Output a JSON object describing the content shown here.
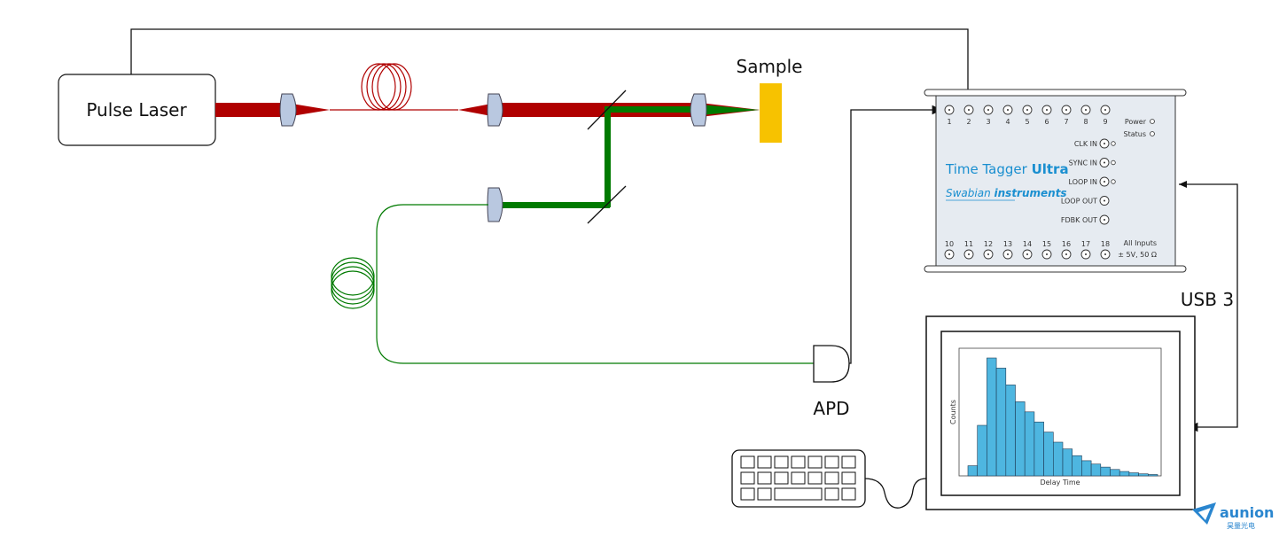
{
  "laser": {
    "label": "Pulse Laser"
  },
  "sample": {
    "label": "Sample"
  },
  "detector": {
    "label": "APD"
  },
  "usb": {
    "label": "USB 3"
  },
  "device": {
    "title_part1": "Time Tagger ",
    "title_part2": "Ultra",
    "brand_part1": "Swabian ",
    "brand_part2": "instruments",
    "top_channels": [
      "1",
      "2",
      "3",
      "4",
      "5",
      "6",
      "7",
      "8",
      "9"
    ],
    "bottom_channels": [
      "10",
      "11",
      "12",
      "13",
      "14",
      "15",
      "16",
      "17",
      "18"
    ],
    "power_label": "Power",
    "status_label": "Status",
    "ports": [
      "CLK IN",
      "SYNC IN",
      "LOOP IN",
      "LOOP OUT",
      "FDBK OUT"
    ],
    "all_inputs_label": "All Inputs",
    "input_spec": "± 5V, 50 Ω"
  },
  "histogram": {
    "xlabel": "Delay Time",
    "ylabel": "Counts"
  },
  "watermark": {
    "name": "aunion",
    "subtitle": "昊量光电"
  },
  "colors": {
    "red_beam": "#b00000",
    "green_beam": "#007a00",
    "sample": "#f7c200",
    "lens": "#b9c8e0",
    "device_body": "#e6ebf1",
    "bar_fill": "#4eb6e0",
    "brand_blue": "#1a8fd0"
  },
  "chart_data": {
    "type": "bar",
    "xlabel": "Delay Time",
    "ylabel": "Counts",
    "values": [
      3,
      15,
      35,
      32,
      27,
      22,
      19,
      16,
      13,
      10,
      8,
      6,
      4.5,
      3.5,
      2.6,
      1.9,
      1.3,
      0.9,
      0.6,
      0.4
    ],
    "grid": false
  }
}
